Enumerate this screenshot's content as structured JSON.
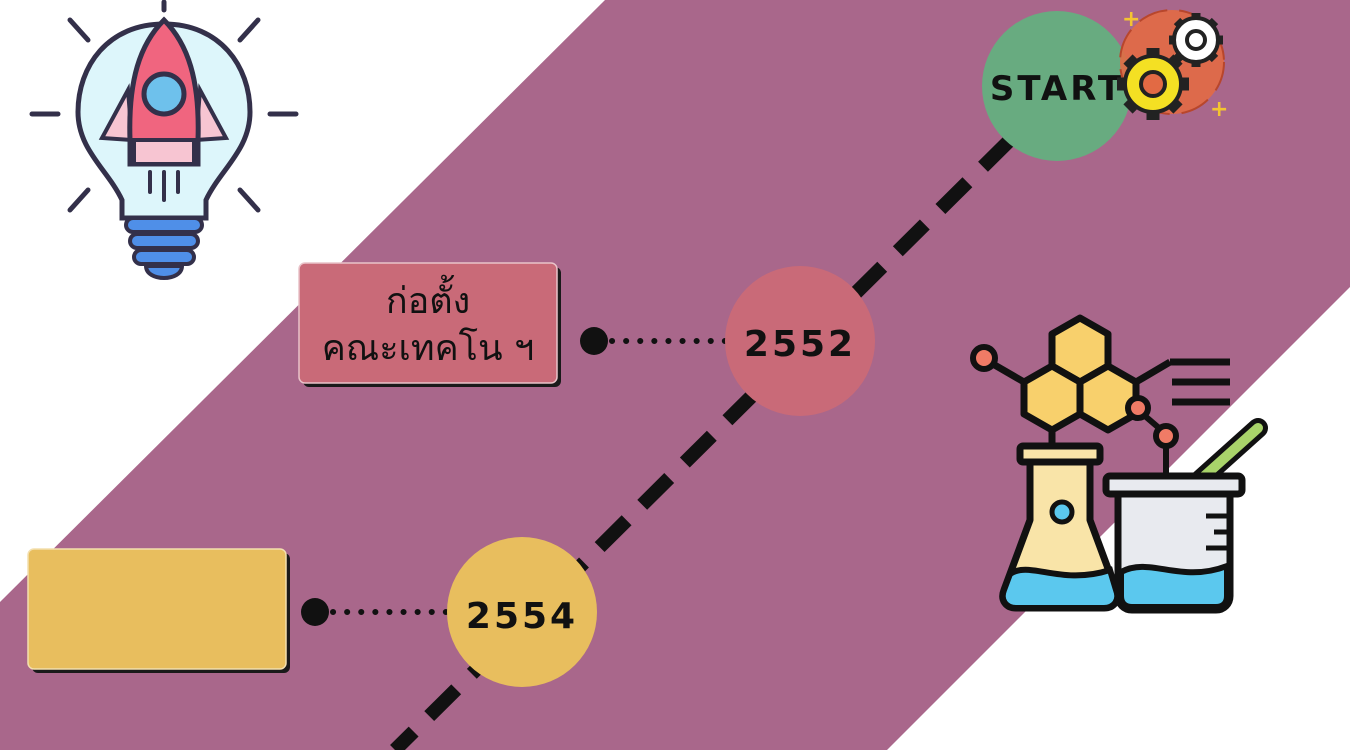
{
  "milestones": [
    {
      "label": "START",
      "color": "#68AB80"
    },
    {
      "label": "2552",
      "color": "#C96A78",
      "caption_line1": "ก่อตั้ง",
      "caption_line2": "คณะเทคโน ฯ",
      "box_color": "#C96A78"
    },
    {
      "label": "2554",
      "color": "#E8BE5E",
      "caption_line1": "",
      "caption_line2": "",
      "box_color": "#E8BE5E"
    }
  ],
  "icons": {
    "top_left": "lightbulb-rocket-icon",
    "top_right": "gears-icon",
    "right": "chemistry-lab-icon"
  },
  "colors": {
    "band": "#A9678B",
    "background": "#FFFFFF",
    "line": "#111111"
  }
}
